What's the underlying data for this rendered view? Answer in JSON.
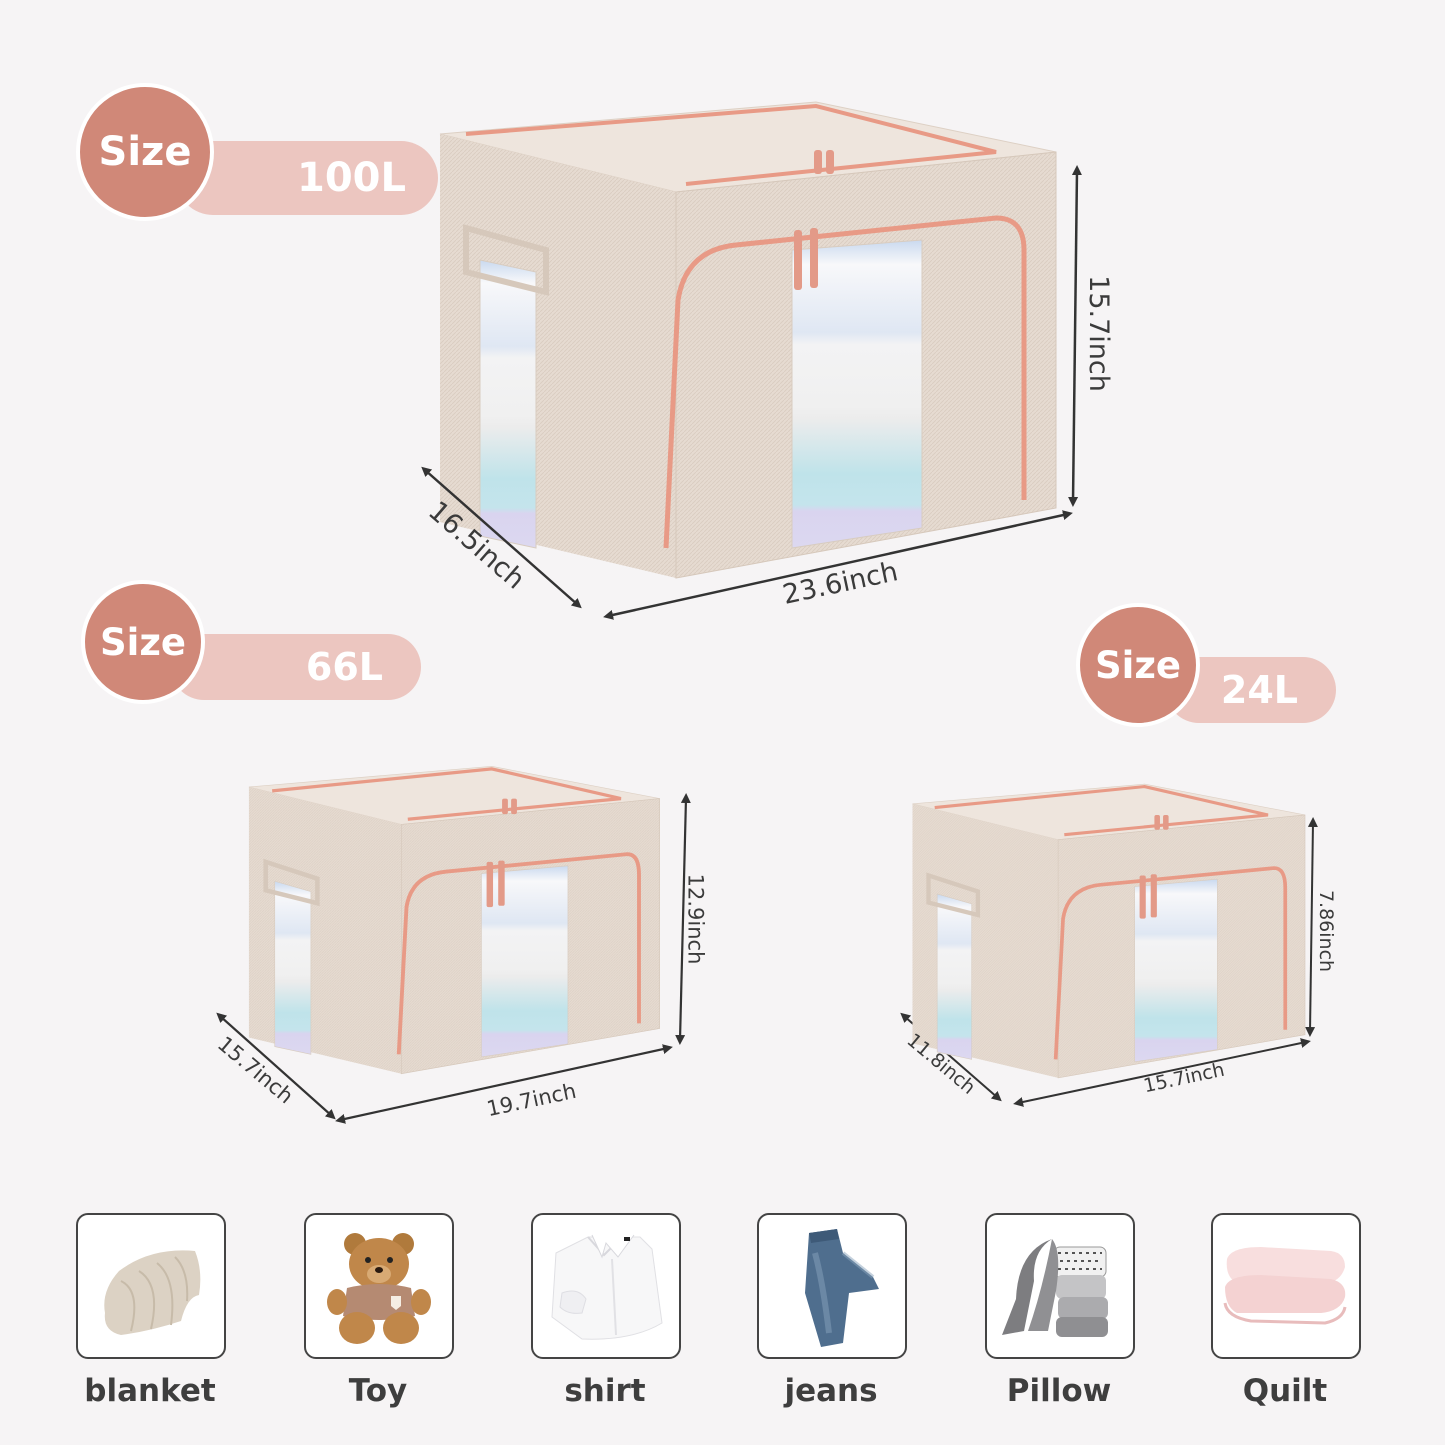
{
  "badges": [
    {
      "id": "100l",
      "prefix": "Size",
      "capacity": "100L"
    },
    {
      "id": "66l",
      "prefix": "Size",
      "capacity": "66L"
    },
    {
      "id": "24l",
      "prefix": "Size",
      "capacity": "24L"
    }
  ],
  "boxes": [
    {
      "id": "100l",
      "height": "15.7inch",
      "depth": "16.5inch",
      "width": "23.6inch"
    },
    {
      "id": "66l",
      "height": "12.9inch",
      "depth": "15.7inch",
      "width": "19.7inch"
    },
    {
      "id": "24l",
      "height": "7.86inch",
      "depth": "11.8inch",
      "width": "15.7inch"
    }
  ],
  "items": [
    {
      "label": "blanket",
      "icon": "blanket-icon"
    },
    {
      "label": "Toy",
      "icon": "teddy-bear-icon"
    },
    {
      "label": "shirt",
      "icon": "shirt-icon"
    },
    {
      "label": "jeans",
      "icon": "jeans-icon"
    },
    {
      "label": "Pillow",
      "icon": "pillow-icon"
    },
    {
      "label": "Quilt",
      "icon": "quilt-icon"
    }
  ],
  "colors": {
    "background": "#f6f4f5",
    "badge_circle": "#d08878",
    "badge_pill": "#ecc6c0",
    "box_fabric": "#e4d9cf",
    "zipper": "#e89a86",
    "text": "#3e3e3e"
  }
}
